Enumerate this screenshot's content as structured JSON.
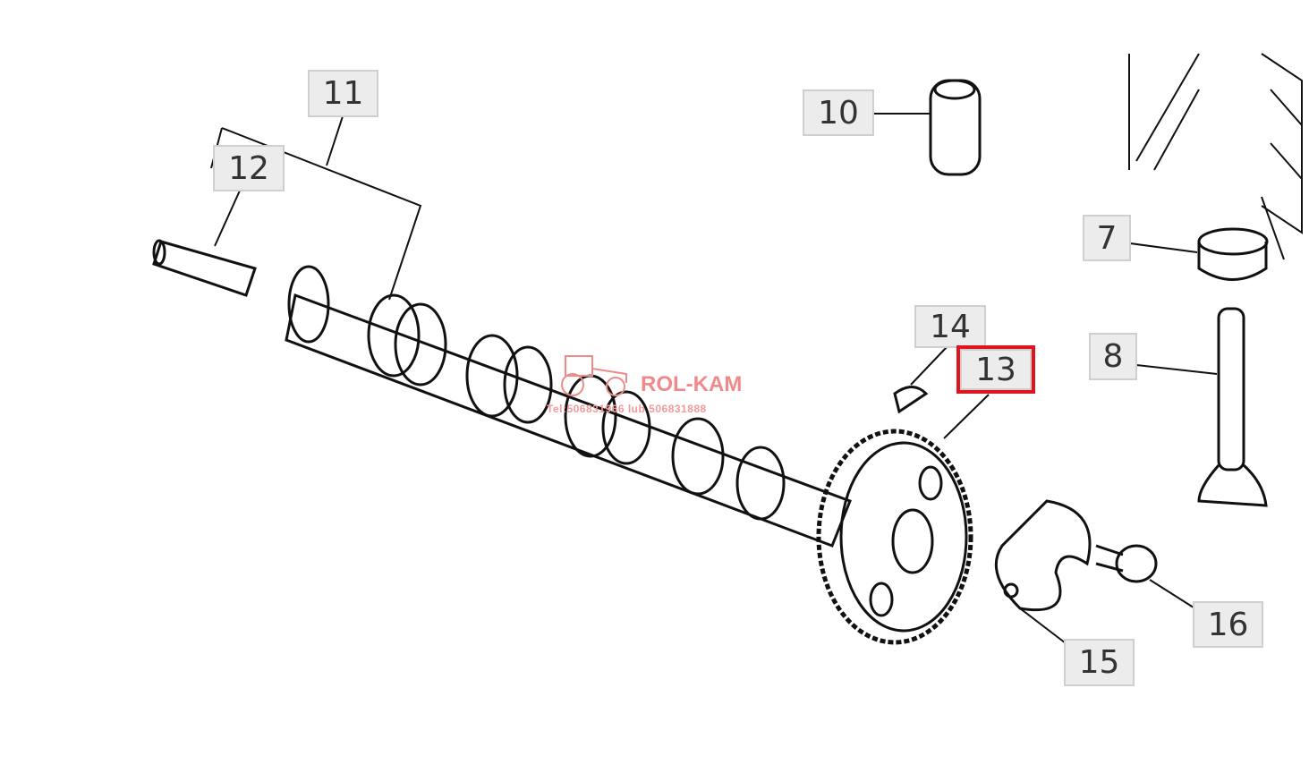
{
  "labels": {
    "p7": "7",
    "p8": "8",
    "p10": "10",
    "p11": "11",
    "p12": "12",
    "p13": "13",
    "p14": "14",
    "p15": "15",
    "p16": "16"
  },
  "highlighted_part": "13",
  "watermark": {
    "brand": "ROL-KAM",
    "phone": "Tel:506831966 lub 506831888"
  },
  "colors": {
    "highlight": "#e0141e",
    "watermark": "#f08a8a"
  }
}
